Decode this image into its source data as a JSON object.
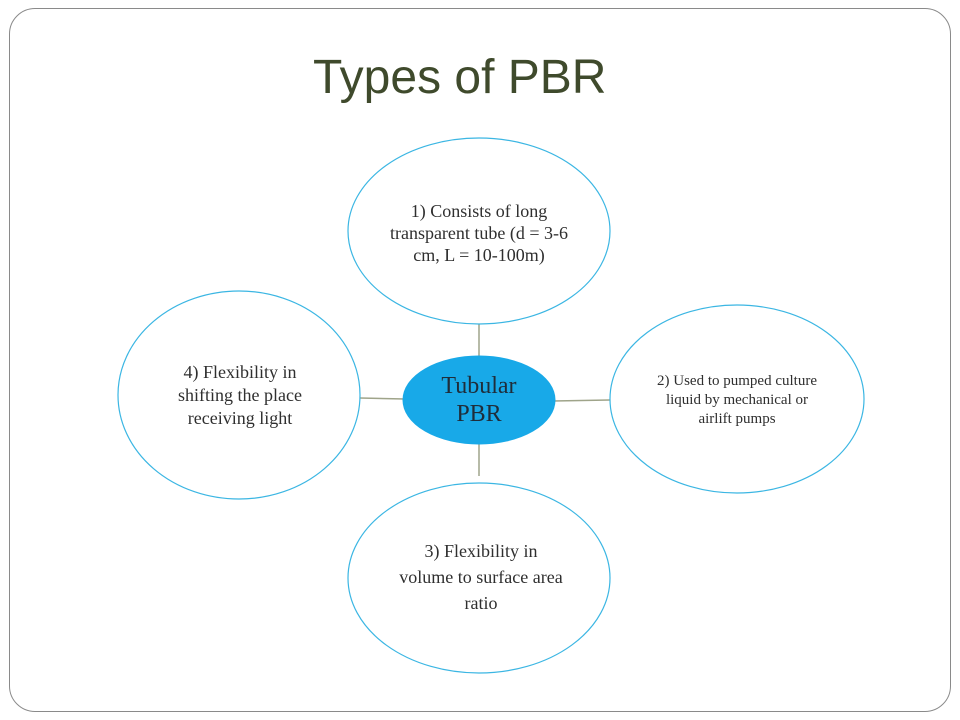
{
  "slide": {
    "title": "Types of PBR"
  },
  "diagram": {
    "center": {
      "label": "Tubular PBR",
      "fill": "#18a9e8"
    },
    "outline_color": "#3bb6e3",
    "connector_color": "#9fa48a",
    "nodes": [
      {
        "id": "1",
        "text": "1) Consists of long transparent tube (d = 3-6 cm, L = 10-100m)"
      },
      {
        "id": "2",
        "text": "2) Used to pumped culture liquid by mechanical or airlift pumps"
      },
      {
        "id": "3",
        "text": "3) Flexibility in volume to surface area ratio"
      },
      {
        "id": "4",
        "text": "4) Flexibility in shifting the place receiving light"
      }
    ]
  }
}
